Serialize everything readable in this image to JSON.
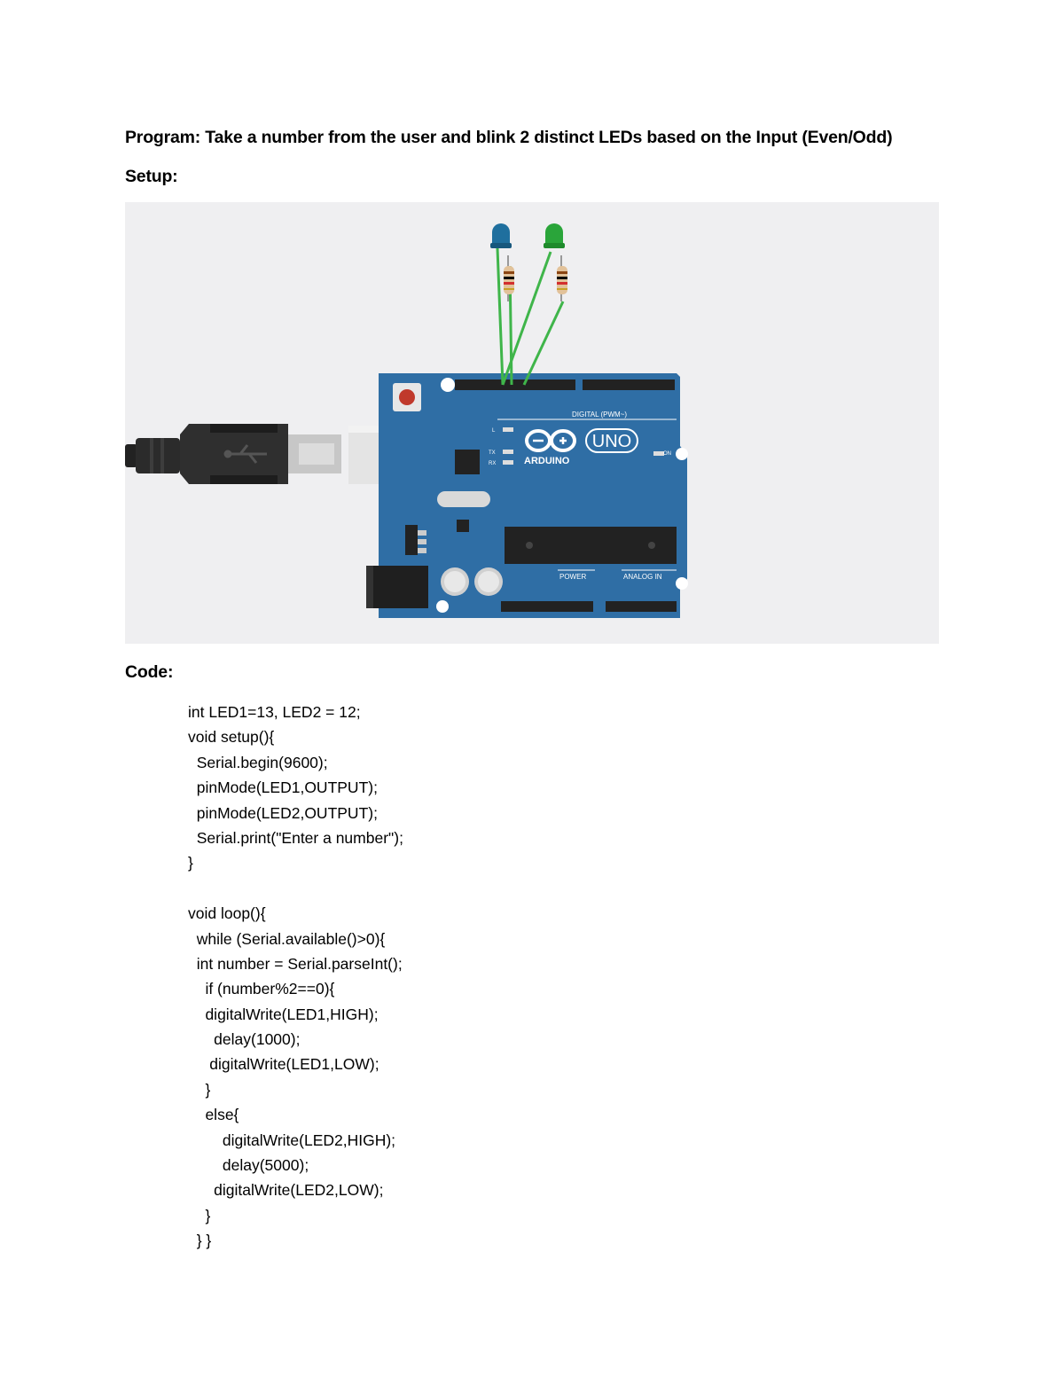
{
  "document": {
    "program_heading": "Program: Take a number from the user and blink 2 distinct LEDs based on the Input (Even/Odd)",
    "setup_heading": "Setup:",
    "code_heading": "Code:"
  },
  "figure": {
    "board_labels": {
      "brand": "ARDUINO",
      "model": "UNO",
      "digital": "DIGITAL (PWM~)",
      "power": "POWER",
      "analog_in": "ANALOG IN",
      "on": "ON",
      "tx": "TX",
      "rx": "RX",
      "l": "L"
    },
    "led_colors": {
      "led1": "#1f6f9e",
      "led2": "#2aa53a"
    },
    "wire_color": "#3fb54a",
    "board_color": "#2f6ea5"
  },
  "code": {
    "lines": [
      "int LED1=13, LED2 = 12;",
      "void setup(){",
      "  Serial.begin(9600);",
      "  pinMode(LED1,OUTPUT);",
      "  pinMode(LED2,OUTPUT);",
      "  Serial.print(\"Enter a number\");",
      "}",
      "",
      "void loop(){",
      "  while (Serial.available()>0){",
      "  int number = Serial.parseInt();",
      "    if (number%2==0){",
      "    digitalWrite(LED1,HIGH);",
      "      delay(1000);",
      "     digitalWrite(LED1,LOW);",
      "    }",
      "    else{",
      "        digitalWrite(LED2,HIGH);",
      "        delay(5000);",
      "      digitalWrite(LED2,LOW);",
      "    }",
      "  } }"
    ]
  }
}
